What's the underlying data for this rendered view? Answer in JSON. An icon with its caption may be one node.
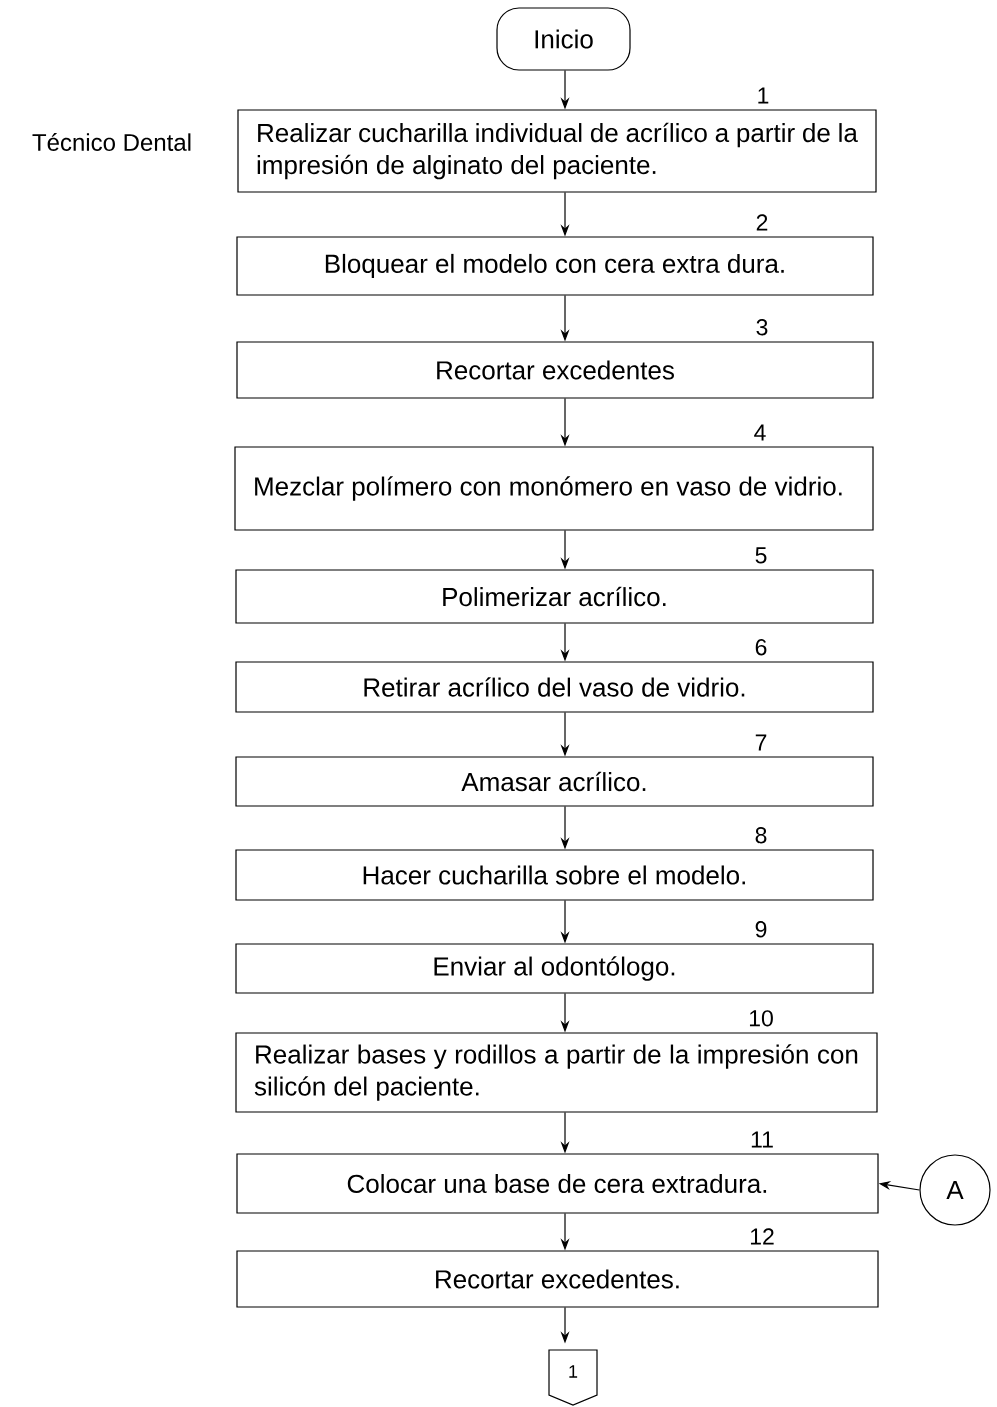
{
  "diagram": {
    "nodes": [
      {
        "text": [
          "Inicio"
        ]
      },
      {
        "text": [
          "Realizar cucharilla individual de acrílico a partir de la impresión de alginato del paciente."
        ],
        "beside": [
          "1"
        ]
      },
      {
        "text": [
          "Bloquear el modelo con cera extra dura."
        ],
        "beside": [
          "2"
        ]
      },
      {
        "text": [
          "Recortar excedentes"
        ],
        "beside": [
          "3"
        ]
      },
      {
        "text": [
          "Mezclar polímero con monómero en vaso de vidrio."
        ],
        "beside": [
          "4"
        ]
      },
      {
        "text": [
          "Polimerizar acrílico."
        ],
        "beside": [
          "5"
        ]
      },
      {
        "text": [
          "Retirar acrílico del vaso de vidrio."
        ],
        "beside": [
          "6"
        ]
      },
      {
        "text": [
          "Amasar acrílico."
        ],
        "beside": [
          "7"
        ]
      },
      {
        "text": [
          "Hacer cucharilla sobre el modelo."
        ],
        "beside": [
          "8"
        ]
      },
      {
        "text": [
          "Enviar al odontólogo."
        ],
        "beside": [
          "9"
        ]
      },
      {
        "text": [
          "Realizar bases y rodillos a partir de la impresión con silicón del paciente."
        ],
        "beside": [
          "10"
        ]
      },
      {
        "text": [
          "Colocar una base de cera extradura."
        ],
        "beside": [
          "11"
        ]
      },
      {
        "text": [
          "Recortar excedentes."
        ],
        "beside": [
          "12"
        ]
      },
      {
        "text": [
          "A"
        ]
      },
      {
        "text": [
          "1"
        ]
      }
    ],
    "edges": [
      {
        "from": 0,
        "to": 1,
        "arrow": "to"
      },
      {
        "from": 1,
        "to": 2,
        "arrow": "to"
      },
      {
        "from": 2,
        "to": 3,
        "arrow": "to"
      },
      {
        "from": 3,
        "to": 4,
        "arrow": "to"
      },
      {
        "from": 4,
        "to": 5,
        "arrow": "to"
      },
      {
        "from": 5,
        "to": 6,
        "arrow": "to"
      },
      {
        "from": 6,
        "to": 7,
        "arrow": "to"
      },
      {
        "from": 7,
        "to": 8,
        "arrow": "to"
      },
      {
        "from": 8,
        "to": 9,
        "arrow": "to"
      },
      {
        "from": 9,
        "to": 10,
        "arrow": "to"
      },
      {
        "from": 10,
        "to": 11,
        "arrow": "to"
      },
      {
        "from": 11,
        "to": 12,
        "arrow": "to"
      },
      {
        "from": 12,
        "to": 14,
        "arrow": "to"
      },
      {
        "from": 13,
        "to": 11,
        "arrow": "to"
      }
    ],
    "labels": [
      "Técnico Dental"
    ]
  }
}
